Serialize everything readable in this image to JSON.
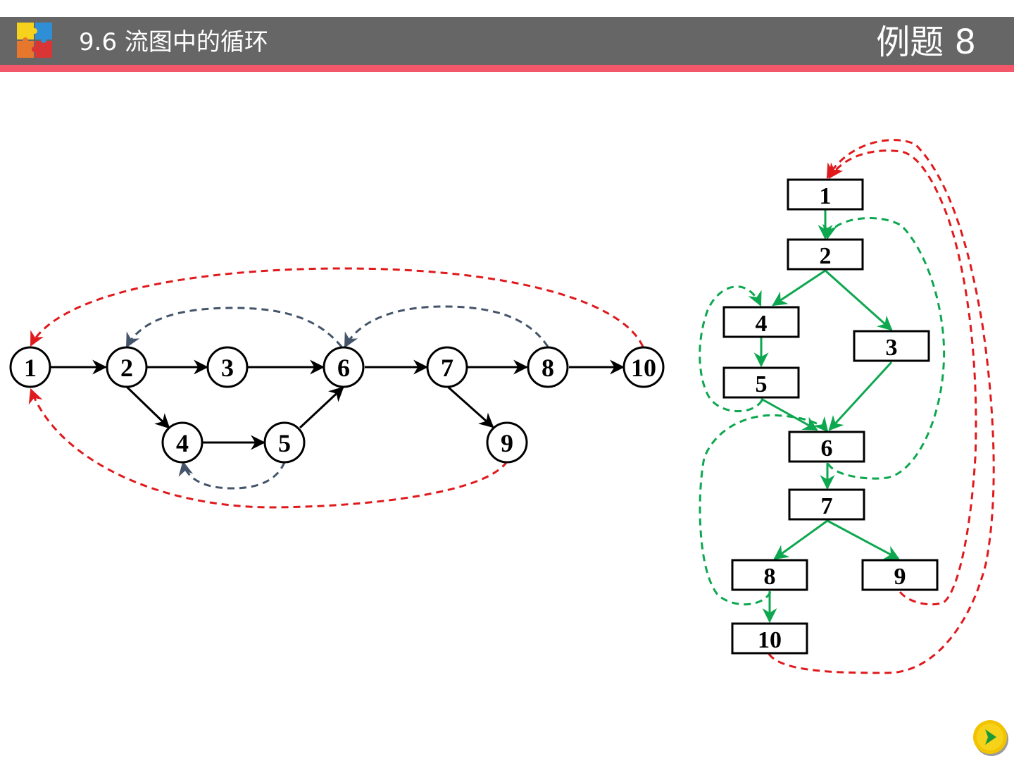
{
  "header": {
    "section_title": "9.6  流图中的循环",
    "example_title": "例题 8"
  },
  "colors": {
    "header_bg": "#666666",
    "header_stripe": "#f4566a",
    "normal_edge": "#000000",
    "back_edge_red": "#e0191c",
    "back_edge_slate": "#44546a",
    "tree_edge_green": "#0da74f",
    "back_edge_green": "#0da74f"
  },
  "graph_left": {
    "nodes": [
      "1",
      "2",
      "3",
      "4",
      "5",
      "6",
      "7",
      "8",
      "9",
      "10"
    ],
    "edges": [
      [
        "1",
        "2"
      ],
      [
        "2",
        "3"
      ],
      [
        "3",
        "6"
      ],
      [
        "2",
        "4"
      ],
      [
        "4",
        "5"
      ],
      [
        "5",
        "6"
      ],
      [
        "6",
        "7"
      ],
      [
        "7",
        "8"
      ],
      [
        "8",
        "10"
      ],
      [
        "7",
        "9"
      ]
    ],
    "back_edges": [
      [
        "10",
        "1"
      ],
      [
        "9",
        "1"
      ],
      [
        "6",
        "2"
      ],
      [
        "8",
        "6"
      ],
      [
        "5",
        "4"
      ]
    ]
  },
  "graph_right": {
    "nodes": [
      "1",
      "2",
      "4",
      "3",
      "5",
      "6",
      "7",
      "8",
      "9",
      "10"
    ],
    "tree_edges": [
      [
        "1",
        "2"
      ],
      [
        "2",
        "4"
      ],
      [
        "2",
        "3"
      ],
      [
        "4",
        "5"
      ],
      [
        "5",
        "6"
      ],
      [
        "3",
        "6"
      ],
      [
        "6",
        "7"
      ],
      [
        "7",
        "8"
      ],
      [
        "7",
        "9"
      ],
      [
        "8",
        "10"
      ]
    ],
    "back_edges": [
      [
        "10",
        "1"
      ],
      [
        "9",
        "1"
      ],
      [
        "6",
        "2"
      ],
      [
        "5",
        "4"
      ],
      [
        "8",
        "6"
      ]
    ]
  },
  "nav": {
    "next_icon": "next-arrow-icon"
  }
}
